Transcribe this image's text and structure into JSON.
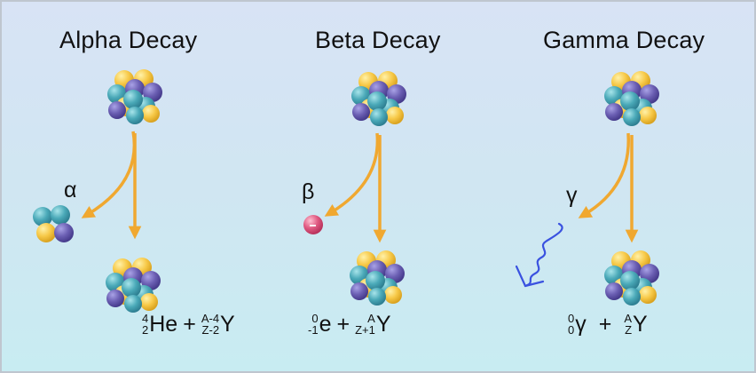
{
  "titles": {
    "alpha": "Alpha Decay",
    "beta": "Beta Decay",
    "gamma": "Gamma Decay"
  },
  "particle_labels": {
    "alpha": "α",
    "beta": "β",
    "gamma": "γ"
  },
  "equations": {
    "alpha": {
      "p1": {
        "mass": "4",
        "atomic": "2",
        "symbol": "He"
      },
      "plus": "+",
      "p2": {
        "mass": "A-4",
        "atomic": "Z-2",
        "symbol": "Y"
      }
    },
    "beta": {
      "p1": {
        "mass": "0",
        "atomic": "-1",
        "symbol": "e"
      },
      "plus": "+",
      "p2": {
        "mass": "A",
        "atomic": "Z+1",
        "symbol": "Y"
      }
    },
    "gamma": {
      "p1": {
        "mass": "0",
        "atomic": "0",
        "symbol": "γ"
      },
      "plus": "+",
      "p2": {
        "mass": "A",
        "atomic": "Z",
        "symbol": "Y"
      }
    }
  },
  "colors": {
    "arrow": "#f0a830",
    "proton": "#f7c948",
    "neutron_blue": "#4aa9b8",
    "neutron_purple": "#6b5fb3",
    "electron": "#e05a82",
    "photon": "#3a52e0"
  },
  "icons": {
    "nucleus": "nucleus-icon",
    "alpha_particle": "alpha-particle-icon",
    "electron": "electron-icon",
    "photon_wave": "photon-wave-icon"
  }
}
